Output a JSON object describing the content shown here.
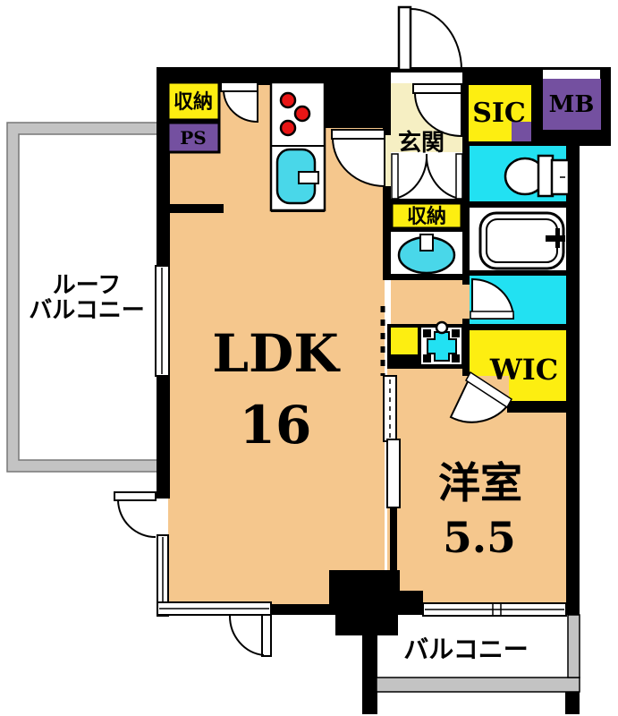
{
  "plan": {
    "type": "floor-plan",
    "rooms": {
      "ldk": {
        "label": "LDK",
        "size": "16"
      },
      "western": {
        "label": "洋室",
        "size": "5.5"
      },
      "roof_balcony": {
        "line1": "ルーフ",
        "line2": "バルコニー"
      },
      "balcony": {
        "label": "バルコニー"
      },
      "genkan": {
        "label": "玄関"
      },
      "sic": {
        "label": "SIC"
      },
      "mb": {
        "label": "MB"
      },
      "ps": {
        "label": "PS"
      },
      "wic": {
        "label": "WIC"
      },
      "storage_top": {
        "label": "収納"
      },
      "storage_mid": {
        "label": "収納"
      }
    }
  },
  "colors": {
    "wall": "#000000",
    "floor": "#f5c78d",
    "genkan_floor": "#f6efc3",
    "yellow": "#fdee11",
    "purple": "#7450a0",
    "cyan": "#22e1f2",
    "sink": "#49d7e9",
    "red": "#e81515",
    "gray": "#c3c3c3",
    "white": "#ffffff"
  }
}
